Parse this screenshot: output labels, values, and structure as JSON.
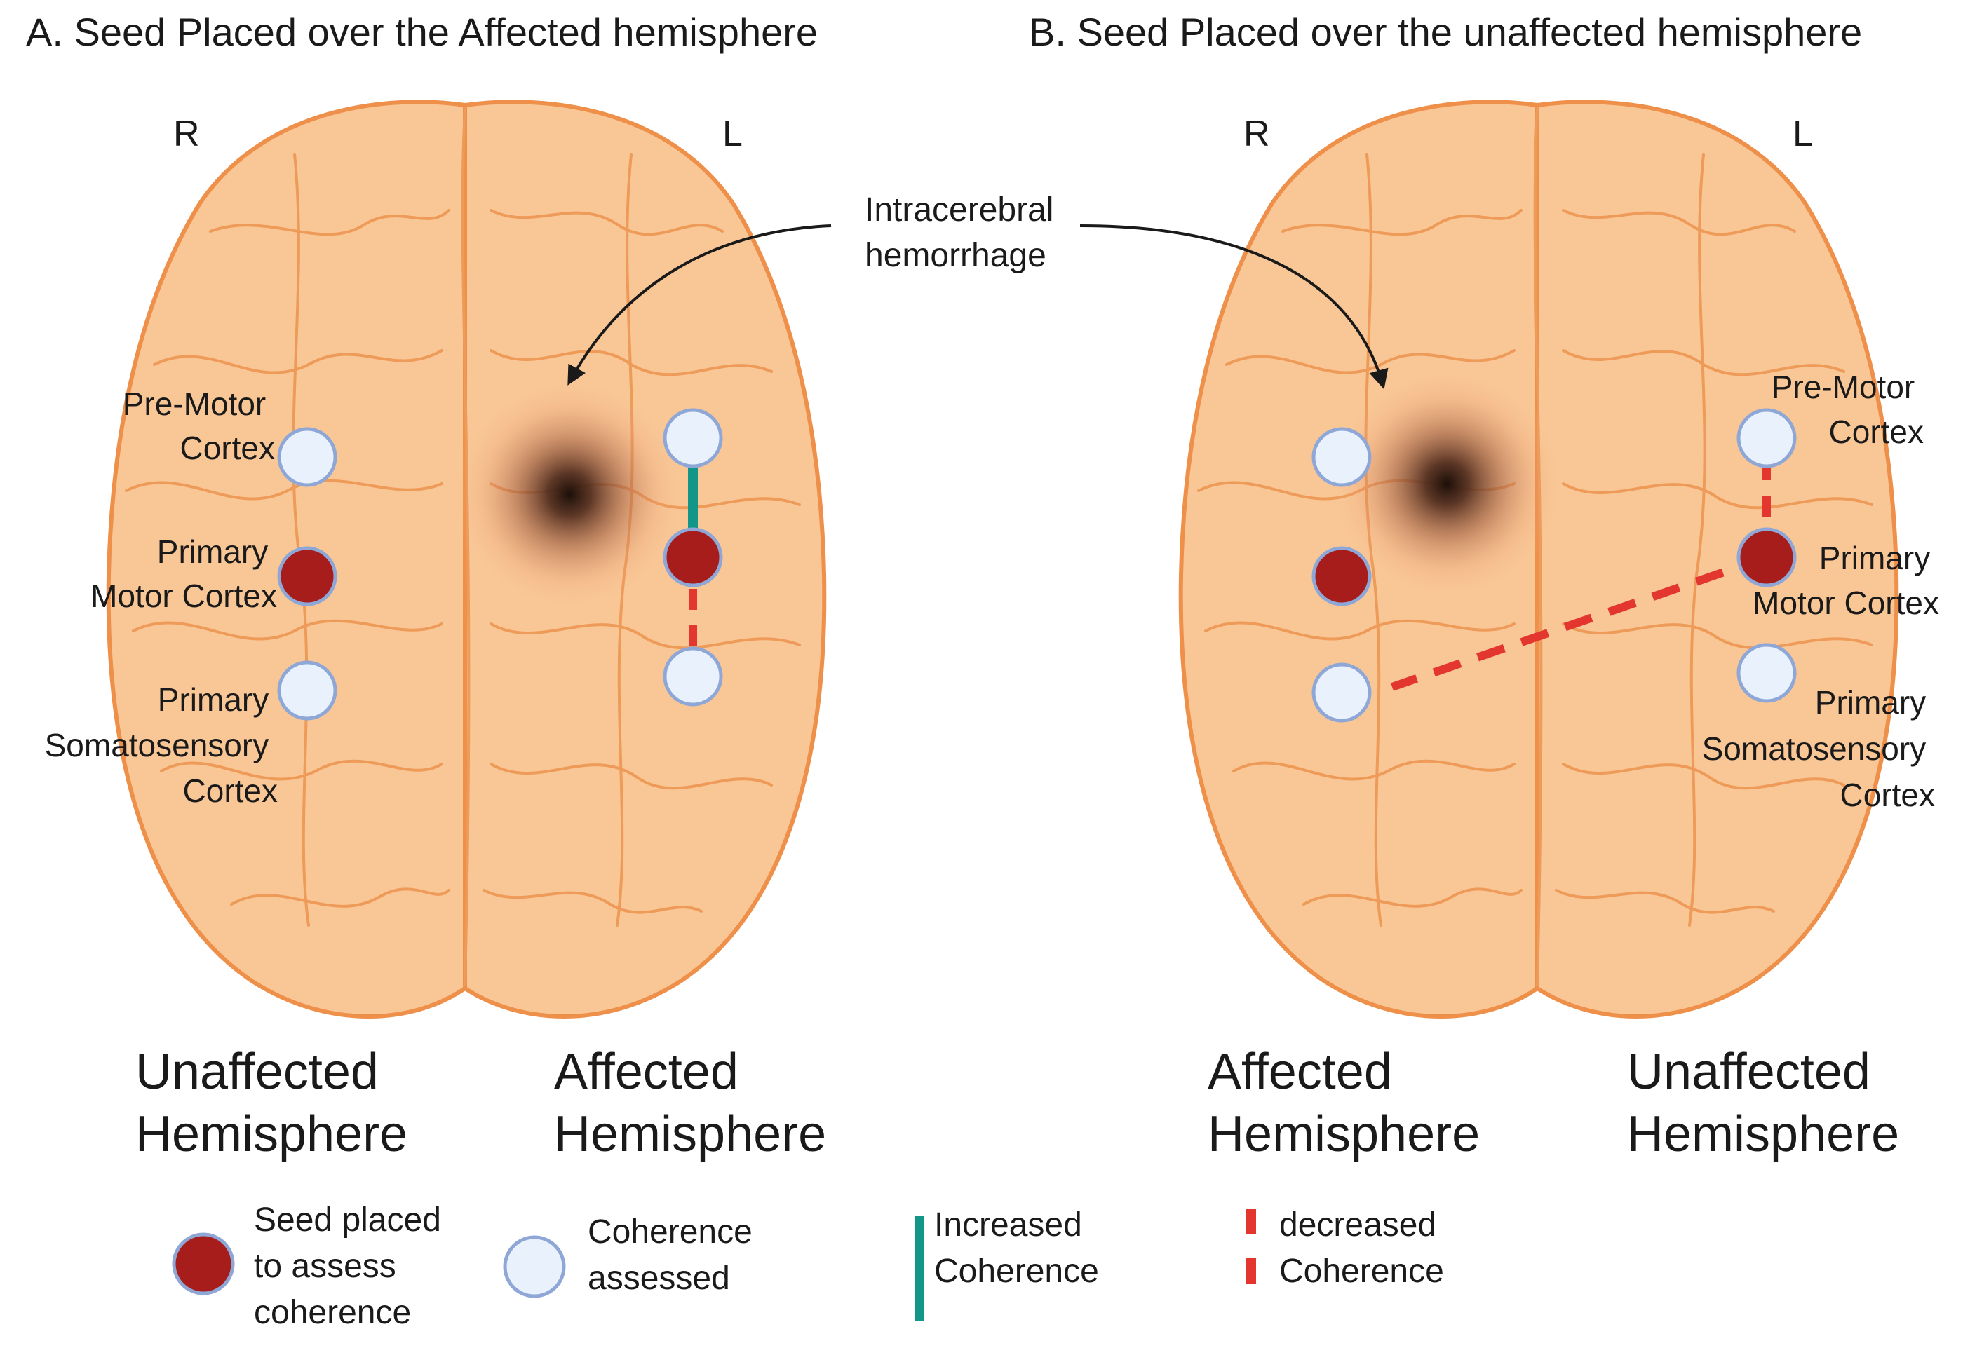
{
  "panel_a": {
    "title": "A. Seed Placed over the Affected hemisphere",
    "side_right": "R",
    "side_left": "L",
    "premotor": [
      "Pre-Motor",
      "Cortex"
    ],
    "primary_motor": [
      "Primary",
      "Motor Cortex"
    ],
    "somatosensory": [
      "Primary",
      "Somatosensory",
      "Cortex"
    ],
    "hemisphere_left": [
      "Unaffected",
      "Hemisphere"
    ],
    "hemisphere_right": [
      "Affected",
      "Hemisphere"
    ]
  },
  "panel_b": {
    "title": "B. Seed Placed over the unaffected hemisphere",
    "side_right": "R",
    "side_left": "L",
    "premotor": [
      "Pre-Motor",
      "Cortex"
    ],
    "primary_motor": [
      "Primary",
      "Motor Cortex"
    ],
    "somatosensory": [
      "Primary",
      "Somatosensory",
      "Cortex"
    ],
    "hemisphere_left": [
      "Affected",
      "Hemisphere"
    ],
    "hemisphere_right": [
      "Unaffected",
      "Hemisphere"
    ]
  },
  "hemorrhage_label": [
    "Intracerebral",
    "hemorrhage"
  ],
  "legend": {
    "seed": [
      "Seed placed",
      "to assess",
      "coherence"
    ],
    "assessed": [
      "Coherence",
      "assessed"
    ],
    "increased": [
      "Increased",
      "Coherence"
    ],
    "decreased": [
      "decreased",
      "Coherence"
    ]
  },
  "colors": {
    "brain_fill": "#f9c796",
    "brain_outline": "#ee8f4a",
    "seed": "#a61d1b",
    "assessed": "#e9f2fc",
    "node_ring": "#8ea7d6",
    "increased": "#12968a",
    "decreased": "#e2362e"
  }
}
